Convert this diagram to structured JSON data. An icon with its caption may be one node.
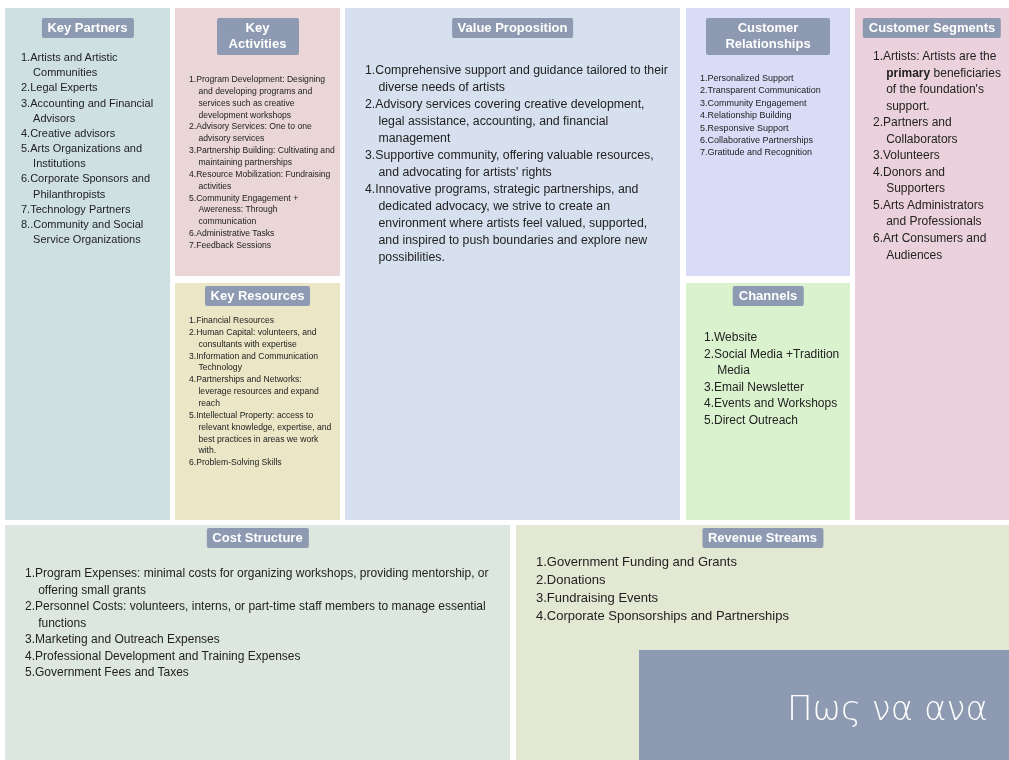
{
  "diagram": {
    "nodes": [
      {
        "text": [
          "Key Partners",
          "1.Artists and Artistic Communities",
          "2.Legal Experts",
          "3.Accounting and Financial Advisors",
          "4.Creative advisors",
          "5.Arts Organizations and Institutions",
          "6.Corporate Sponsors and Philanthropists",
          "7.Technology Partners",
          "8..Community and Social Service Organizations"
        ]
      },
      {
        "text": [
          "Key Activities",
          "1.Program Development: Designing and developing programs and services such as creative development workshops",
          "2.Advisory Services: One to one advisory services",
          "3.Partnership Building: Cultivating and maintaining partnerships",
          "4.Resource Mobilization: Fundraising activities",
          "5.Community Engagement + Awereness: Through communication",
          "6.Administrative Tasks",
          "7.Feedback Sessions"
        ]
      },
      {
        "text": [
          "Key Resources",
          "1.Financial Resources",
          "2.Human Capital: volunteers, and consultants with expertise",
          "3.Information and Communication Technology",
          "4.Partnerships and Networks: leverage resources and expand reach",
          "5.Intellectual Property: access to relevant knowledge, expertise, and best practices in areas we work with.",
          "6.Problem-Solving Skills"
        ]
      },
      {
        "text": [
          "Value Proposition",
          "1.Comprehensive support and guidance tailored to their diverse needs of artists",
          "2.Advisory services covering creative development, legal assistance, accounting, and financial management",
          "3.Supportive community, offering valuable resources, and advocating for artists' rights",
          "4.Innovative programs, strategic partnerships, and dedicated advocacy, we strive to create an environment where artists feel valued, supported, and inspired to push boundaries and explore new possibilities."
        ]
      },
      {
        "text": [
          "Customer Relationships",
          "1.Personalized Support",
          "2.Transparent Communication",
          "3.Community Engagement",
          "4.Relationship Building",
          "5.Responsive Support",
          "6.Collaborative Partnerships",
          "7.Gratitude and Recognition"
        ]
      },
      {
        "text": [
          "Channels",
          "1.Website",
          "2.Social Media +Tradition Media",
          "3.Email Newsletter",
          "4.Events and Workshops",
          "5.Direct Outreach"
        ]
      },
      {
        "text": [
          "Customer Segments",
          "1.Artists: Artists are the **primary** beneficiaries of the foundation's support.",
          "2.Partners and Collaborators",
          "3.Volunteers",
          "4.Donors and Supporters",
          "5.Arts Administrators and Professionals",
          "6.Art Consumers and Audiences"
        ]
      },
      {
        "text": [
          "Cost Structure",
          "1.Program Expenses: minimal costs for organizing workshops, providing mentorship, or offering small grants",
          "2.Personnel Costs: volunteers, interns, or part-time staff members to manage essential functions",
          "3.Marketing and Outreach Expenses",
          "4.Professional Development and Training Expenses",
          "5.Government Fees and Taxes"
        ]
      },
      {
        "text": [
          "Revenue Streams",
          "1.Government Funding and Grants",
          "2.Donations",
          "3.Fundraising Events",
          "4.Corporate Sponsorships and Partnerships"
        ]
      },
      {
        "text": [
          "Πως να ανα"
        ],
        "in": 8
      }
    ]
  }
}
